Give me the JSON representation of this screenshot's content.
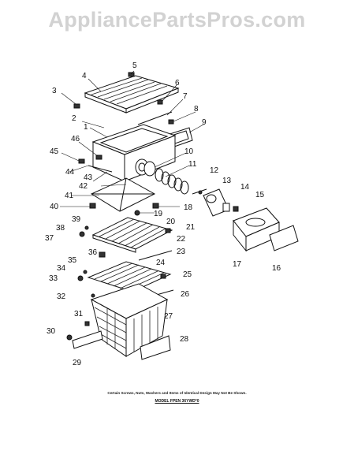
{
  "watermark": "AppliancePartsPros.com",
  "corner_text": "",
  "footnote": "Certain Screws, Nuts, Washers and Items of Identical Design May Not Be Shown.",
  "model": "MODEL FPEN 36YWD*0",
  "callouts": [
    {
      "id": "c1",
      "text": "1"
    },
    {
      "id": "c2",
      "text": "2"
    },
    {
      "id": "c3",
      "text": "3"
    },
    {
      "id": "c4",
      "text": "4"
    },
    {
      "id": "c5",
      "text": "5"
    },
    {
      "id": "c6",
      "text": "6"
    },
    {
      "id": "c7",
      "text": "7"
    },
    {
      "id": "c8",
      "text": "8"
    },
    {
      "id": "c9",
      "text": "9"
    },
    {
      "id": "c10",
      "text": "10"
    },
    {
      "id": "c11",
      "text": "11"
    },
    {
      "id": "c12",
      "text": "12"
    },
    {
      "id": "c13",
      "text": "13"
    },
    {
      "id": "c14",
      "text": "14"
    },
    {
      "id": "c15",
      "text": "15"
    },
    {
      "id": "c16",
      "text": "16"
    },
    {
      "id": "c17",
      "text": "17"
    },
    {
      "id": "c18",
      "text": "18"
    },
    {
      "id": "c19",
      "text": "19"
    },
    {
      "id": "c20",
      "text": "20"
    },
    {
      "id": "c21",
      "text": "21"
    },
    {
      "id": "c22",
      "text": "22"
    },
    {
      "id": "c23",
      "text": "23"
    },
    {
      "id": "c24",
      "text": "24"
    },
    {
      "id": "c25",
      "text": "25"
    },
    {
      "id": "c26",
      "text": "26"
    },
    {
      "id": "c27",
      "text": "27"
    },
    {
      "id": "c28",
      "text": "28"
    },
    {
      "id": "c29",
      "text": "29"
    },
    {
      "id": "c30",
      "text": "30"
    },
    {
      "id": "c31",
      "text": "31"
    },
    {
      "id": "c32",
      "text": "32"
    },
    {
      "id": "c33",
      "text": "33"
    },
    {
      "id": "c34",
      "text": "34"
    },
    {
      "id": "c35",
      "text": "35"
    },
    {
      "id": "c36",
      "text": "36"
    },
    {
      "id": "c37",
      "text": "37"
    },
    {
      "id": "c38",
      "text": "38"
    },
    {
      "id": "c39",
      "text": "39"
    },
    {
      "id": "c40",
      "text": "40"
    },
    {
      "id": "c41",
      "text": "41"
    },
    {
      "id": "c42",
      "text": "42"
    },
    {
      "id": "c43",
      "text": "43"
    },
    {
      "id": "c44",
      "text": "44"
    },
    {
      "id": "c45",
      "text": "45"
    },
    {
      "id": "c46",
      "text": "46"
    }
  ]
}
